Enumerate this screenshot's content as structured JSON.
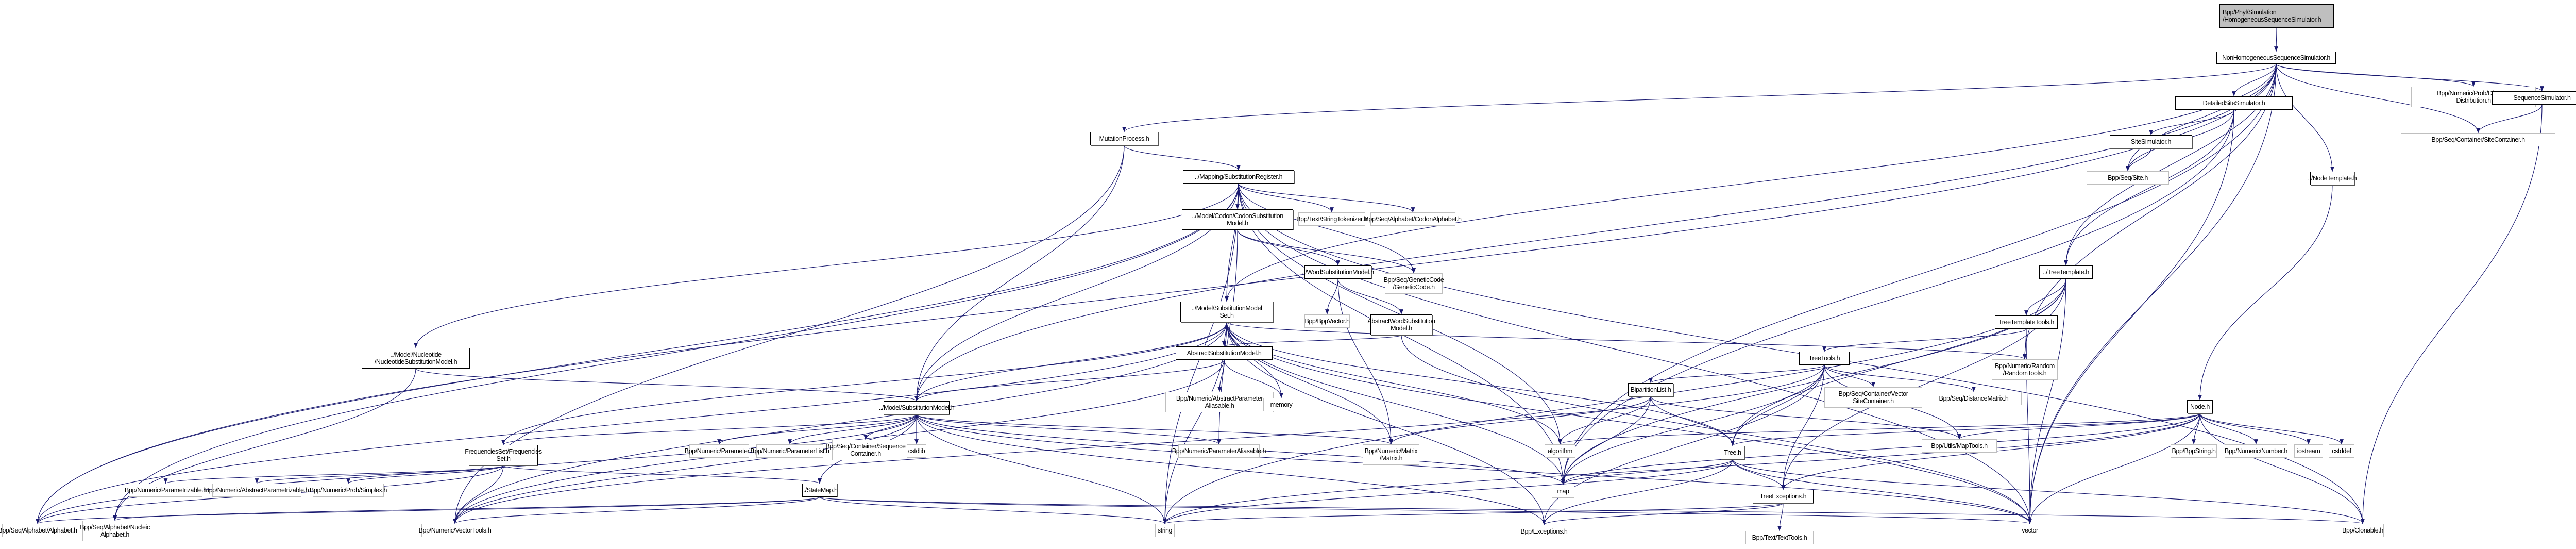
{
  "graph": {
    "title": "Include dependency graph for HomogeneousSequenceSimulator.h",
    "edge_color": "#191970",
    "root_fill": "#bfbfbf",
    "nodes": [
      {
        "id": "root",
        "label": "Bpp/Phyl/Simulation\n/HomogeneousSequenceSimulator.h",
        "kind": "root"
      },
      {
        "id": "nhss",
        "label": "NonHomogeneousSequenceSimulator.h",
        "kind": "internal"
      },
      {
        "id": "dss",
        "label": "DetailedSiteSimulator.h",
        "kind": "internal"
      },
      {
        "id": "ss",
        "label": "SiteSimulator.h",
        "kind": "internal"
      },
      {
        "id": "site",
        "label": "Bpp/Seq/Site.h",
        "kind": "external"
      },
      {
        "id": "mp",
        "label": "MutationProcess.h",
        "kind": "internal"
      },
      {
        "id": "sr",
        "label": "../Mapping/SubstitutionRegister.h",
        "kind": "internal"
      },
      {
        "id": "codon",
        "label": "../Model/Codon/CodonSubstitution\nModel.h",
        "kind": "internal"
      },
      {
        "id": "strtok",
        "label": "Bpp/Text/StringTokenizer.h",
        "kind": "external"
      },
      {
        "id": "codalpha",
        "label": "Bpp/Seq/Alphabet/CodonAlphabet.h",
        "kind": "external"
      },
      {
        "id": "gencode",
        "label": "Bpp/Seq/GeneticCode\n/GeneticCode.h",
        "kind": "external"
      },
      {
        "id": "wsm",
        "label": "../WordSubstitutionModel.h",
        "kind": "internal"
      },
      {
        "id": "bppvec",
        "label": "Bpp/BppVector.h",
        "kind": "external"
      },
      {
        "id": "awsm",
        "label": "AbstractWordSubstitution\nModel.h",
        "kind": "internal"
      },
      {
        "id": "sms",
        "label": "../Model/SubstitutionModel\nSet.h",
        "kind": "internal"
      },
      {
        "id": "nuc",
        "label": "../Model/Nucleotide\n/NucleotideSubstitutionModel.h",
        "kind": "internal"
      },
      {
        "id": "asm",
        "label": "AbstractSubstitutionModel.h",
        "kind": "internal"
      },
      {
        "id": "apa",
        "label": "Bpp/Numeric/AbstractParameter\nAliasable.h",
        "kind": "external"
      },
      {
        "id": "memory",
        "label": "memory",
        "kind": "external"
      },
      {
        "id": "sm",
        "label": "../Model/SubstitutionModel.h",
        "kind": "internal"
      },
      {
        "id": "fs",
        "label": "FrequenciesSet/Frequencies\nSet.h",
        "kind": "internal"
      },
      {
        "id": "param",
        "label": "Bpp/Numeric/Parameter.h",
        "kind": "external"
      },
      {
        "id": "plist",
        "label": "Bpp/Numeric/ParameterList.h",
        "kind": "external"
      },
      {
        "id": "seqcont",
        "label": "Bpp/Seq/Container/Sequence\nContainer.h",
        "kind": "external"
      },
      {
        "id": "cstdlib",
        "label": "cstdlib",
        "kind": "external"
      },
      {
        "id": "palias",
        "label": "Bpp/Numeric/ParameterAliasable.h",
        "kind": "external"
      },
      {
        "id": "matrix",
        "label": "Bpp/Numeric/Matrix\n/Matrix.h",
        "kind": "external"
      },
      {
        "id": "algorithm",
        "label": "algorithm",
        "kind": "external"
      },
      {
        "id": "parametrizable",
        "label": "Bpp/Numeric/Parametrizable.h",
        "kind": "external"
      },
      {
        "id": "aparametrizable",
        "label": "Bpp/Numeric/AbstractParametrizable.h",
        "kind": "external"
      },
      {
        "id": "simplex",
        "label": "Bpp/Numeric/Prob/Simplex.h",
        "kind": "external"
      },
      {
        "id": "statemap",
        "label": "../StateMap.h",
        "kind": "internal"
      },
      {
        "id": "alphabet",
        "label": "Bpp/Seq/Alphabet/Alphabet.h",
        "kind": "external"
      },
      {
        "id": "nucalpha",
        "label": "Bpp/Seq/Alphabet/Nucleic\nAlphabet.h",
        "kind": "external"
      },
      {
        "id": "vectools",
        "label": "Bpp/Numeric/VectorTools.h",
        "kind": "external"
      },
      {
        "id": "string",
        "label": "string",
        "kind": "external"
      },
      {
        "id": "exceptions",
        "label": "Bpp/Exceptions.h",
        "kind": "external"
      },
      {
        "id": "map",
        "label": "map",
        "kind": "external"
      },
      {
        "id": "treetemplate",
        "label": "../TreeTemplate.h",
        "kind": "internal"
      },
      {
        "id": "ttt",
        "label": "TreeTemplateTools.h",
        "kind": "internal"
      },
      {
        "id": "random",
        "label": "Bpp/Numeric/Random\n/RandomTools.h",
        "kind": "external"
      },
      {
        "id": "treetools",
        "label": "TreeTools.h",
        "kind": "internal"
      },
      {
        "id": "bipart",
        "label": "BipartitionList.h",
        "kind": "internal"
      },
      {
        "id": "vsc",
        "label": "Bpp/Seq/Container/Vector\nSiteContainer.h",
        "kind": "external"
      },
      {
        "id": "distmat",
        "label": "Bpp/Seq/DistanceMatrix.h",
        "kind": "external"
      },
      {
        "id": "tree",
        "label": "Tree.h",
        "kind": "internal"
      },
      {
        "id": "treeexc",
        "label": "TreeExceptions.h",
        "kind": "internal"
      },
      {
        "id": "texttools",
        "label": "Bpp/Text/TextTools.h",
        "kind": "external"
      },
      {
        "id": "maptools",
        "label": "Bpp/Utils/MapTools.h",
        "kind": "external"
      },
      {
        "id": "node",
        "label": "Node.h",
        "kind": "internal"
      },
      {
        "id": "bppstring",
        "label": "Bpp/BppString.h",
        "kind": "external"
      },
      {
        "id": "number",
        "label": "Bpp/Numeric/Number.h",
        "kind": "external"
      },
      {
        "id": "iostream",
        "label": "iostream",
        "kind": "external"
      },
      {
        "id": "cstddef",
        "label": "cstddef",
        "kind": "external"
      },
      {
        "id": "vector",
        "label": "vector",
        "kind": "external"
      },
      {
        "id": "clonable",
        "label": "Bpp/Clonable.h",
        "kind": "external"
      },
      {
        "id": "nodetemplate",
        "label": "../NodeTemplate.h",
        "kind": "internal"
      },
      {
        "id": "discrete",
        "label": "Bpp/Numeric/Prob/Discrete\nDistribution.h",
        "kind": "external"
      },
      {
        "id": "seqsim",
        "label": "SequenceSimulator.h",
        "kind": "internal"
      },
      {
        "id": "sitecont",
        "label": "Bpp/Seq/Container/SiteContainer.h",
        "kind": "external"
      }
    ],
    "edges": [
      [
        "root",
        "nhss"
      ],
      [
        "nhss",
        "dss"
      ],
      [
        "nhss",
        "mp"
      ],
      [
        "nhss",
        "sms"
      ],
      [
        "nhss",
        "treetemplate"
      ],
      [
        "nhss",
        "nodetemplate"
      ],
      [
        "nhss",
        "discrete"
      ],
      [
        "nhss",
        "seqsim"
      ],
      [
        "nhss",
        "sitecont"
      ],
      [
        "nhss",
        "site"
      ],
      [
        "nhss",
        "random"
      ],
      [
        "nhss",
        "vector"
      ],
      [
        "nhss",
        "map"
      ],
      [
        "nhss",
        "alphabet"
      ],
      [
        "nhss",
        "sm"
      ],
      [
        "dss",
        "ss"
      ],
      [
        "dss",
        "site"
      ],
      [
        "dss",
        "treetemplate"
      ],
      [
        "dss",
        "map"
      ],
      [
        "dss",
        "vector"
      ],
      [
        "ss",
        "site"
      ],
      [
        "seqsim",
        "sitecont"
      ],
      [
        "seqsim",
        "clonable"
      ],
      [
        "mp",
        "sr"
      ],
      [
        "mp",
        "sm"
      ],
      [
        "mp",
        "vectools"
      ],
      [
        "sr",
        "codon"
      ],
      [
        "sr",
        "strtok"
      ],
      [
        "sr",
        "codalpha"
      ],
      [
        "sr",
        "gencode"
      ],
      [
        "sr",
        "sm"
      ],
      [
        "sr",
        "nuc"
      ],
      [
        "sr",
        "sms"
      ],
      [
        "sr",
        "alphabet"
      ],
      [
        "sr",
        "nucalpha"
      ],
      [
        "sr",
        "string"
      ],
      [
        "sr",
        "vector"
      ],
      [
        "sr",
        "map"
      ],
      [
        "sr",
        "clonable"
      ],
      [
        "sr",
        "algorithm"
      ],
      [
        "codon",
        "wsm"
      ],
      [
        "codon",
        "gencode"
      ],
      [
        "codon",
        "palias"
      ],
      [
        "wsm",
        "bppvec"
      ],
      [
        "wsm",
        "awsm"
      ],
      [
        "wsm",
        "matrix"
      ],
      [
        "awsm",
        "asm"
      ],
      [
        "awsm",
        "vector"
      ],
      [
        "sms",
        "asm"
      ],
      [
        "sms",
        "sm"
      ],
      [
        "sms",
        "fs"
      ],
      [
        "sms",
        "alphabet"
      ],
      [
        "sms",
        "vectools"
      ],
      [
        "sms",
        "matrix"
      ],
      [
        "sms",
        "tree"
      ],
      [
        "sms",
        "random"
      ],
      [
        "sms",
        "exceptions"
      ],
      [
        "sms",
        "memory"
      ],
      [
        "sms",
        "algorithm"
      ],
      [
        "sms",
        "string"
      ],
      [
        "sms",
        "map"
      ],
      [
        "sms",
        "vector"
      ],
      [
        "nuc",
        "sm"
      ],
      [
        "nuc",
        "nucalpha"
      ],
      [
        "asm",
        "sm"
      ],
      [
        "asm",
        "apa"
      ],
      [
        "asm",
        "memory"
      ],
      [
        "asm",
        "vectools"
      ],
      [
        "sm",
        "fs"
      ],
      [
        "sm",
        "param"
      ],
      [
        "sm",
        "plist"
      ],
      [
        "sm",
        "seqcont"
      ],
      [
        "sm",
        "cstdlib"
      ],
      [
        "sm",
        "palias"
      ],
      [
        "sm",
        "matrix"
      ],
      [
        "sm",
        "statemap"
      ],
      [
        "sm",
        "alphabet"
      ],
      [
        "sm",
        "vectools"
      ],
      [
        "sm",
        "string"
      ],
      [
        "sm",
        "exceptions"
      ],
      [
        "sm",
        "map"
      ],
      [
        "sm",
        "vector"
      ],
      [
        "fs",
        "parametrizable"
      ],
      [
        "fs",
        "aparametrizable"
      ],
      [
        "fs",
        "simplex"
      ],
      [
        "fs",
        "alphabet"
      ],
      [
        "fs",
        "vectools"
      ],
      [
        "fs",
        "statemap"
      ],
      [
        "statemap",
        "alphabet"
      ],
      [
        "statemap",
        "nucalpha"
      ],
      [
        "statemap",
        "vectools"
      ],
      [
        "statemap",
        "string"
      ],
      [
        "statemap",
        "vector"
      ],
      [
        "statemap",
        "clonable"
      ],
      [
        "treetemplate",
        "ttt"
      ],
      [
        "treetemplate",
        "tree"
      ],
      [
        "treetemplate",
        "treeexc"
      ],
      [
        "treetemplate",
        "vector"
      ],
      [
        "treetemplate",
        "string"
      ],
      [
        "treetemplate",
        "map"
      ],
      [
        "ttt",
        "random"
      ],
      [
        "ttt",
        "treetools"
      ],
      [
        "ttt",
        "vector"
      ],
      [
        "treetools",
        "bipart"
      ],
      [
        "treetools",
        "vsc"
      ],
      [
        "treetools",
        "distmat"
      ],
      [
        "treetools",
        "tree"
      ],
      [
        "treetools",
        "treeexc"
      ],
      [
        "treetools",
        "maptools"
      ],
      [
        "treetools",
        "vectools"
      ],
      [
        "treetools",
        "map"
      ],
      [
        "treetools",
        "exceptions"
      ],
      [
        "bipart",
        "tree"
      ],
      [
        "bipart",
        "matrix"
      ],
      [
        "bipart",
        "algorithm"
      ],
      [
        "bipart",
        "maptools"
      ],
      [
        "bipart",
        "map"
      ],
      [
        "tree",
        "treeexc"
      ],
      [
        "tree",
        "map"
      ],
      [
        "tree",
        "exceptions"
      ],
      [
        "tree",
        "vector"
      ],
      [
        "tree",
        "clonable"
      ],
      [
        "tree",
        "string"
      ],
      [
        "treeexc",
        "texttools"
      ],
      [
        "treeexc",
        "exceptions"
      ],
      [
        "treeexc",
        "string"
      ],
      [
        "nodetemplate",
        "node"
      ],
      [
        "node",
        "bppstring"
      ],
      [
        "node",
        "number"
      ],
      [
        "node",
        "iostream"
      ],
      [
        "node",
        "cstddef"
      ],
      [
        "node",
        "maptools"
      ],
      [
        "node",
        "treeexc"
      ],
      [
        "node",
        "vector"
      ],
      [
        "node",
        "clonable"
      ],
      [
        "node",
        "string"
      ],
      [
        "node",
        "map"
      ],
      [
        "node",
        "algorithm"
      ],
      [
        "node",
        "tree"
      ]
    ]
  }
}
